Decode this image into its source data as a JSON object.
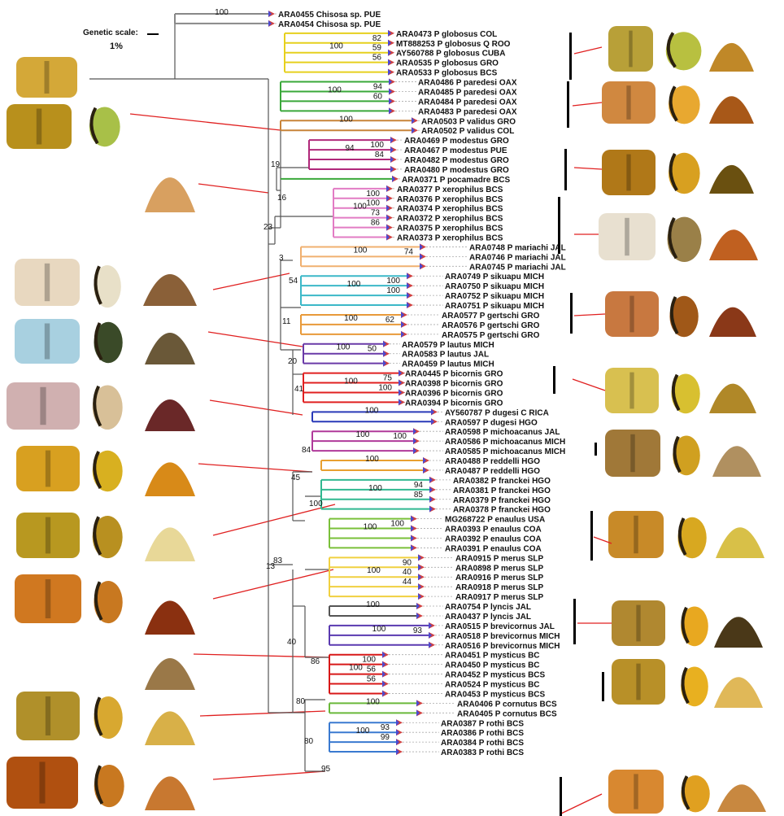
{
  "scale": {
    "label": "Genetic scale:",
    "value": "1%"
  },
  "groups": [
    {
      "tips": [
        "ARA0455 Chisosa sp.  PUE",
        "ARA0454 Chisosa sp.  PUE"
      ],
      "support": "100",
      "color": "#888888",
      "inner": []
    },
    {
      "tips": [
        "ARA0473 P globosus COL",
        "MT888253 P globosus Q ROO",
        "AY560788 P globosus CUBA",
        "ARA0535 P globosus GRO",
        "ARA0533 P globosus BCS"
      ],
      "support": "100",
      "color": "#e6d01e",
      "inner": [
        "82",
        "59",
        "56"
      ]
    },
    {
      "tips": [
        "ARA0486 P paredesi OAX",
        "ARA0485 P paredesi OAX",
        "ARA0484 P paredesi OAX",
        "ARA0483 P paredesi OAX"
      ],
      "support": "100",
      "color": "#3aa83a",
      "inner": [
        "94",
        "60"
      ]
    },
    {
      "tips": [
        "ARA0503 P validus GRO",
        "ARA0502 P validus COL"
      ],
      "support": "100",
      "color": "#c8843a",
      "inner": []
    },
    {
      "tips": [
        "ARA0469 P modestus GRO",
        "ARA0467 P modestus PUE",
        "ARA0482 P modestus GRO",
        "ARA0480 P modestus GRO"
      ],
      "support": "94",
      "color": "#b0287a",
      "inner": [
        "100",
        "84"
      ]
    },
    {
      "tips": [
        "ARA0371 P pocamadre BCS"
      ],
      "support": "",
      "color": "#3aa83a",
      "inner": []
    },
    {
      "tips": [
        "ARA0377 P xerophilus BCS",
        "ARA0376 P xerophilus BCS",
        "ARA0374 P xerophilus BCS",
        "ARA0372 P xerophilus BCS",
        "ARA0375 P xerophilus BCS",
        "ARA0373 P xerophilus BCS"
      ],
      "support": "100",
      "color": "#e27cc4",
      "inner": [
        "100",
        "100",
        "73",
        "86"
      ]
    },
    {
      "tips": [
        "ARA0748 P mariachi JAL",
        "ARA0746 P mariachi JAL",
        "ARA0745 P mariachi JAL"
      ],
      "support": "100",
      "color": "#f0b070",
      "inner": [
        "74"
      ]
    },
    {
      "tips": [
        "ARA0749 P sikuapu MICH",
        "ARA0750 P sikuapu MICH",
        "ARA0752 P sikuapu MICH",
        "ARA0751 P sikuapu MICH"
      ],
      "support": "100",
      "color": "#3cb8c8",
      "inner": [
        "100",
        "100"
      ]
    },
    {
      "tips": [
        "ARA0577 P gertschi GRO",
        "ARA0576 P gertschi GRO",
        "ARA0575 P gertschi GRO"
      ],
      "support": "100",
      "color": "#e89a3a",
      "inner": [
        "62"
      ]
    },
    {
      "tips": [
        "ARA0579 P lautus MICH",
        "ARA0583 P lautus JAL",
        "ARA0459 P lautus MICH"
      ],
      "support": "100",
      "color": "#6a3aa8",
      "inner": [
        "50"
      ]
    },
    {
      "tips": [
        "ARA0445 P bicornis GRO",
        "ARA0398 P bicornis GRO",
        "ARA0396 P bicornis GRO",
        "ARA0394 P bicornis GRO"
      ],
      "support": "100",
      "color": "#e02020",
      "inner": [
        "75",
        "100"
      ]
    },
    {
      "tips": [
        "AY560787 P dugesi C RICA",
        "ARA0597 P dugesi HGO"
      ],
      "support": "100",
      "color": "#2a3ab8",
      "inner": []
    },
    {
      "tips": [
        "ARA0598 P michoacanus JAL",
        "ARA0586 P michoacanus MICH",
        "ARA0585 P michoacanus MICH"
      ],
      "support": "100",
      "color": "#b03a9a",
      "inner": [
        "100"
      ]
    },
    {
      "tips": [
        "ARA0488 P reddelli HGO",
        "ARA0487 P reddelli HGO"
      ],
      "support": "100",
      "color": "#e8a030",
      "inner": []
    },
    {
      "tips": [
        "ARA0382 P franckei HGO",
        "ARA0381 P franckei HGO",
        "ARA0379 P franckei HGO",
        "ARA0378 P franckei HGO"
      ],
      "support": "100",
      "color": "#30b890",
      "inner": [
        "94",
        "85"
      ]
    },
    {
      "tips": [
        "MG268722 P enaulus USA",
        "ARA0393 P enaulus COA",
        "ARA0392 P enaulus COA",
        "ARA0391 P enaulus COA"
      ],
      "support": "100",
      "color": "#7ac03a",
      "inner": [
        "100"
      ]
    },
    {
      "tips": [
        "ARA0915 P merus SLP",
        "ARA0898 P merus SLP",
        "ARA0916 P merus SLP",
        "ARA0918 P merus SLP",
        "ARA0917 P merus SLP"
      ],
      "support": "100",
      "color": "#f0d040",
      "inner": [
        "90",
        "40",
        "44"
      ]
    },
    {
      "tips": [
        "ARA0754 P lyncis JAL",
        "ARA0437 P lyncis JAL"
      ],
      "support": "100",
      "color": "#555555",
      "inner": []
    },
    {
      "tips": [
        "ARA0515 P brevicornus JAL",
        "ARA0518 P brevicornus MICH",
        "ARA0516 P brevicornus MICH"
      ],
      "support": "100",
      "color": "#5a3ab0",
      "inner": [
        "93"
      ]
    },
    {
      "tips": [
        "ARA0451 P mysticus BC",
        "ARA0450 P mysticus BC",
        "ARA0452 P mysticus BCS",
        "ARA0524 P mysticus BC",
        "ARA0453 P mysticus BCS"
      ],
      "support": "100",
      "color": "#d81818",
      "inner": [
        "100",
        "56",
        "56"
      ]
    },
    {
      "tips": [
        "ARA0406 P cornutus BCS",
        "ARA0405 P cornutus BCS"
      ],
      "support": "100",
      "color": "#6ab83a",
      "inner": []
    },
    {
      "tips": [
        "ARA0387 P rothi BCS",
        "ARA0386 P rothi BCS",
        "ARA0384 P rothi BCS",
        "ARA0383 P rothi BCS"
      ],
      "support": "100",
      "color": "#3a7ad0",
      "inner": [
        "93",
        "99"
      ]
    }
  ],
  "backbone_supports": [
    "19",
    "16",
    "23",
    "3",
    "54",
    "11",
    "20",
    "41",
    "13",
    "84",
    "45",
    "83",
    "100",
    "40",
    "86",
    "80",
    "80",
    "95"
  ]
}
